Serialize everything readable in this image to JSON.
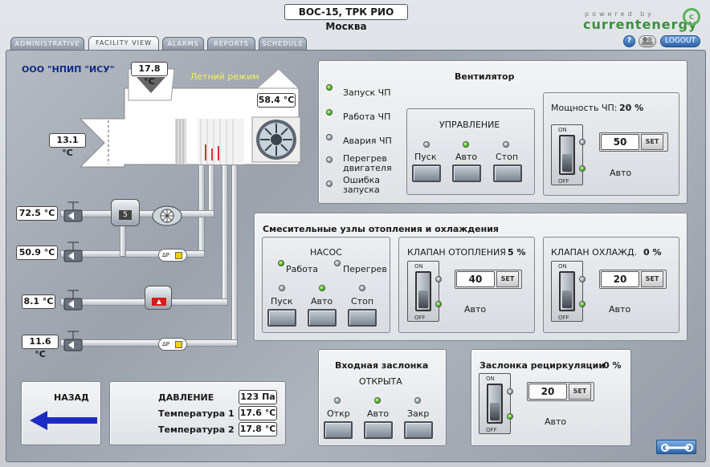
{
  "header": {
    "title": "ВОС-15, ТРК РИО Москва",
    "brand_top": "powered by",
    "brand": "currentenergy",
    "help_label": "?",
    "logout_label": "LOGOUT"
  },
  "tabs": [
    {
      "label": "ADMINISTRATIVE",
      "active": false
    },
    {
      "label": "FACILITY VIEW",
      "active": true
    },
    {
      "label": "ALARMS",
      "active": false
    },
    {
      "label": "REPORTS",
      "active": false
    },
    {
      "label": "SCHEDULE",
      "active": false
    }
  ],
  "scheme": {
    "company": "ООО \"НПИП \"ИСУ\"",
    "summer_mode": "Летний режим",
    "temp_top": "17.8 °C",
    "temp_outlet": "58.4 °C",
    "temp_inlet": "13.1 °C",
    "temp_pipe1": "72.5 °C",
    "temp_pipe2": "50.9 °C",
    "temp_pipe3": "8.1 °C",
    "temp_pipe4": "11.6 °C",
    "pump_number": "5",
    "dp_label": "ΔP"
  },
  "fan": {
    "title": "Вентилятор",
    "statuses": [
      {
        "label": "Запуск ЧП",
        "on": true
      },
      {
        "label": "Работа ЧП",
        "on": true
      },
      {
        "label": "Авария ЧП",
        "on": false
      },
      {
        "label": "Перегрев двигателя",
        "on": false
      },
      {
        "label": "Ошибка запуска",
        "on": false
      }
    ],
    "control": {
      "title": "УПРАВЛЕНИЕ",
      "buttons": [
        {
          "label": "Пуск",
          "on": false
        },
        {
          "label": "Авто",
          "on": true
        },
        {
          "label": "Стоп",
          "on": false
        }
      ]
    },
    "power": {
      "label": "Мощность ЧП:",
      "value": "20 %",
      "setpoint": "50",
      "set_label": "SET",
      "mode": "Авто",
      "on_label": "ON",
      "off_label": "OFF"
    }
  },
  "mixing": {
    "title": "Смесительные узлы отопления и охлаждения",
    "pump": {
      "title": "НАСОС",
      "status_work": "Работа",
      "status_overheat": "Перегрев",
      "buttons": [
        {
          "label": "Пуск",
          "on": false
        },
        {
          "label": "Авто",
          "on": true
        },
        {
          "label": "Стоп",
          "on": false
        }
      ]
    },
    "heat_valve": {
      "label": "КЛАПАН ОТОПЛЕНИЯ",
      "value": "5 %",
      "setpoint": "40",
      "set_label": "SET",
      "mode": "Авто"
    },
    "cool_valve": {
      "label": "КЛАПАН ОХЛАЖД.",
      "value": "0 %",
      "setpoint": "20",
      "set_label": "SET",
      "mode": "Авто"
    },
    "on_label": "ON",
    "off_label": "OFF"
  },
  "inlet_damper": {
    "title": "Входная заслонка",
    "state": "ОТКРЫТА",
    "buttons": [
      {
        "label": "Откр",
        "on": false
      },
      {
        "label": "Авто",
        "on": true
      },
      {
        "label": "Закр",
        "on": false
      }
    ]
  },
  "recirc_damper": {
    "title": "Заслонка рециркуляции",
    "value": "0 %",
    "setpoint": "20",
    "set_label": "SET",
    "mode": "Авто",
    "on_label": "ON",
    "off_label": "OFF"
  },
  "nav": {
    "back_label": "НАЗАД"
  },
  "readings": [
    {
      "label": "ДАВЛЕНИЕ",
      "value": "123 Па"
    },
    {
      "label": "Температура 1",
      "value": "17.6 °C"
    },
    {
      "label": "Температура 2",
      "value": "17.8 °C"
    }
  ]
}
